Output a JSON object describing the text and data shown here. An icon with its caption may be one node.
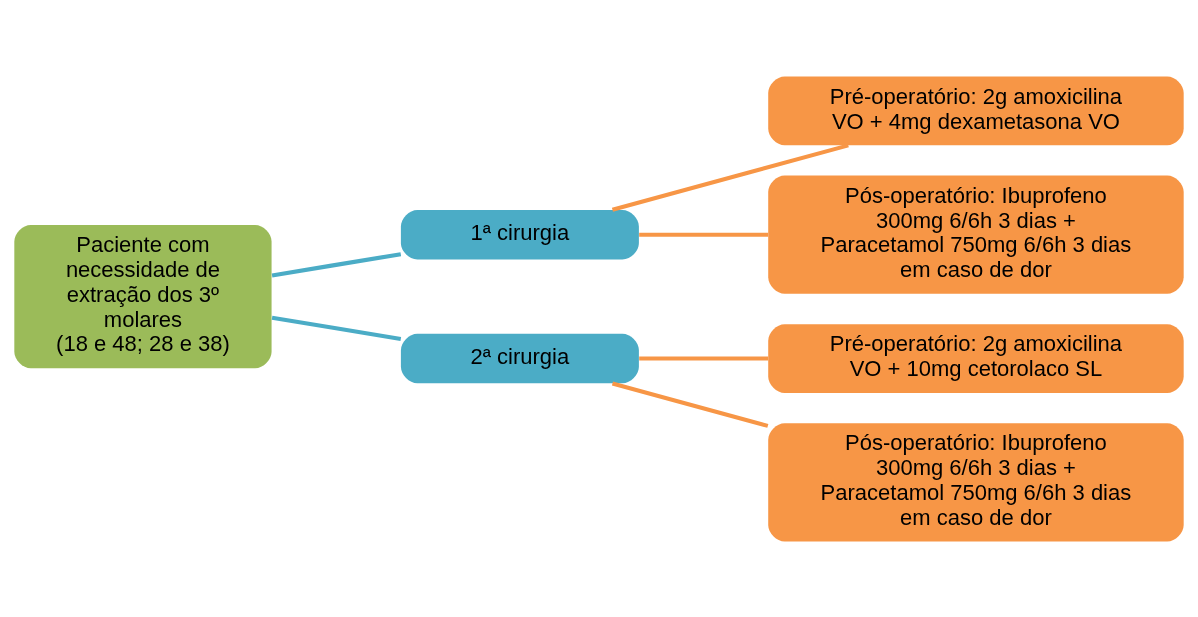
{
  "diagram": {
    "nodes": [
      {
        "text": [
          "Paciente com necessidade de extração dos 3º molares",
          "(18 e 48; 28 e 38)"
        ]
      },
      {
        "text": [
          "1ª cirurgia"
        ]
      },
      {
        "text": [
          "Pré-operatório: 2g amoxicilina VO + 4mg dexametasona VO"
        ]
      },
      {
        "text": [
          "Pós-operatório: Ibuprofeno 300mg 6/6h 3 dias +",
          "Paracetamol 750mg 6/6h 3 dias em caso de dor"
        ]
      },
      {
        "text": [
          "2ª cirurgia"
        ]
      },
      {
        "text": [
          "Pré-operatório: 2g amoxicilina VO + 10mg cetorolaco SL"
        ]
      },
      {
        "text": [
          "Pós-operatório: Ibuprofeno 300mg 6/6h 3 dias + Paracetamol 750mg 6/6h 3 dias em caso de dor"
        ]
      }
    ],
    "edges": [
      {
        "from": 0,
        "to": 1,
        "arrow": "none",
        "color": "#4bacc6"
      },
      {
        "from": 0,
        "to": 4,
        "arrow": "none",
        "color": "#4bacc6"
      },
      {
        "from": 1,
        "to": 2,
        "arrow": "none"
      },
      {
        "from": 1,
        "to": 3,
        "arrow": "none"
      },
      {
        "from": 4,
        "to": 5,
        "arrow": "none"
      },
      {
        "from": 4,
        "to": 6,
        "arrow": "none"
      }
    ]
  }
}
